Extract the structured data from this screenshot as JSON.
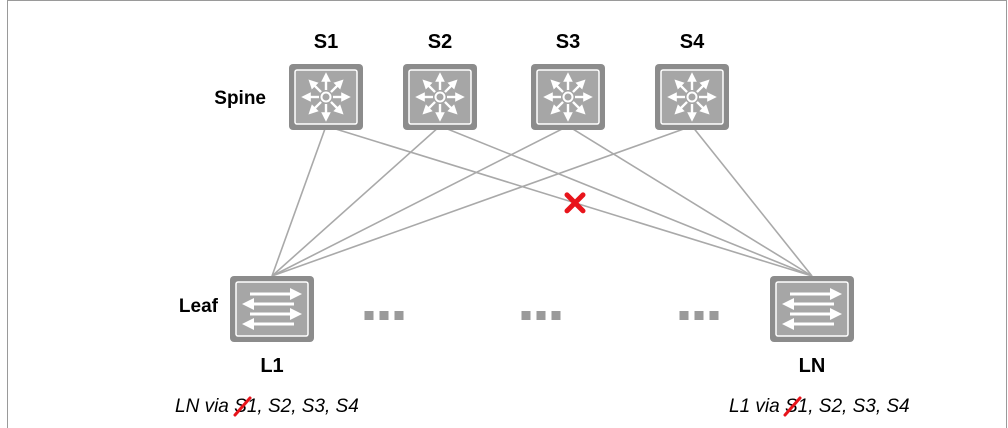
{
  "tiers": {
    "spine_label": "Spine",
    "leaf_label": "Leaf"
  },
  "spine_nodes": [
    {
      "id": "S1",
      "label": "S1"
    },
    {
      "id": "S2",
      "label": "S2"
    },
    {
      "id": "S3",
      "label": "S3"
    },
    {
      "id": "S4",
      "label": "S4"
    }
  ],
  "leaf_nodes": [
    {
      "id": "L1",
      "label": "L1"
    },
    {
      "id": "LN",
      "label": "LN"
    }
  ],
  "ellipsis_count": 3,
  "links": [
    {
      "spine": "S1",
      "leaf": "L1",
      "failed": false
    },
    {
      "spine": "S2",
      "leaf": "L1",
      "failed": false
    },
    {
      "spine": "S3",
      "leaf": "L1",
      "failed": false
    },
    {
      "spine": "S4",
      "leaf": "L1",
      "failed": false
    },
    {
      "spine": "S1",
      "leaf": "LN",
      "failed": true
    },
    {
      "spine": "S2",
      "leaf": "LN",
      "failed": false
    },
    {
      "spine": "S3",
      "leaf": "LN",
      "failed": false
    },
    {
      "spine": "S4",
      "leaf": "LN",
      "failed": false
    }
  ],
  "routes": [
    {
      "leaf": "L1",
      "prefix": "LN via ",
      "struck": "S1",
      "rest": ", S2, S3, S4"
    },
    {
      "leaf": "LN",
      "prefix": "L1 via ",
      "struck": "S1",
      "rest": ", S2, S3, S4"
    }
  ],
  "colors": {
    "node_fill": "#8c8c8c",
    "node_inner": "#a6a6a6",
    "link": "#a9a9a9",
    "failure": "#e8141b",
    "ellipsis": "#9a9a9a"
  }
}
